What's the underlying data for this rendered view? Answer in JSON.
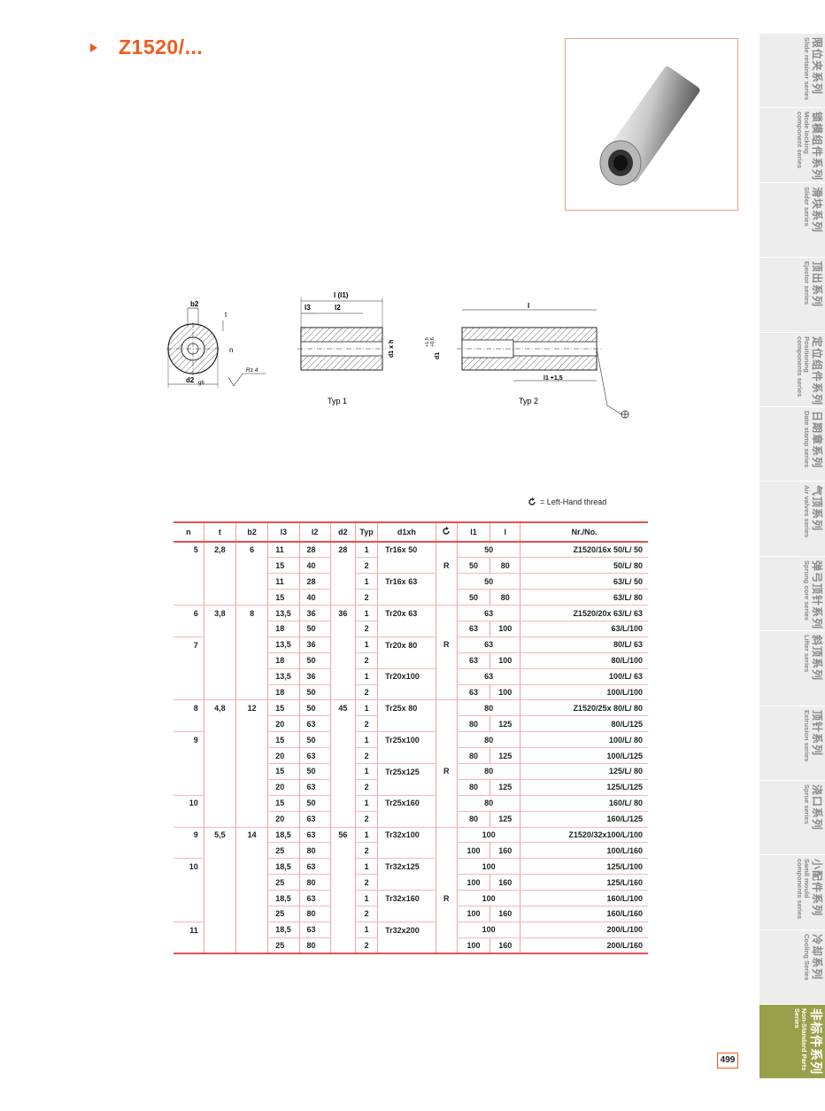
{
  "header": {
    "title": "Z1520/..."
  },
  "drawings": {
    "labels": {
      "b2": "b2",
      "t": "t",
      "n": "n",
      "d2g6": "d2",
      "g6": "g6",
      "rz": "Rz 4",
      "l_l1": "l (l1)",
      "l3": "l3",
      "l2": "l2",
      "d1xh": "d1 x h",
      "typ1": "Typ 1",
      "l": "l",
      "d1tol": "d1",
      "tol1": "+1,5",
      "tol2": "+0,6",
      "l1tol": "l1 +1,5",
      "typ2": "Typ 2"
    }
  },
  "legend": {
    "text": "= Left-Hand thread",
    "icon": "left-hand-thread-icon"
  },
  "table": {
    "headers": [
      "n",
      "t",
      "b2",
      "l3",
      "l2",
      "d2",
      "Typ",
      "d1xh",
      "",
      "l1",
      "l",
      "Nr./No."
    ],
    "rows": [
      [
        "5",
        "2,8",
        "6",
        "11",
        "28",
        "28",
        "1",
        "Tr16x 50",
        "",
        "50",
        "",
        "Z1520/16x 50/L/ 50"
      ],
      [
        "",
        "",
        "",
        "15",
        "40",
        "",
        "2",
        "",
        "R",
        "50",
        "80",
        "50/L/ 80"
      ],
      [
        "",
        "",
        "",
        "11",
        "28",
        "",
        "1",
        "Tr16x 63",
        "",
        "50",
        "",
        "63/L/ 50"
      ],
      [
        "",
        "",
        "",
        "15",
        "40",
        "",
        "2",
        "",
        "",
        "50",
        "80",
        "63/L/ 80"
      ],
      [
        "6",
        "3,8",
        "8",
        "13,5",
        "36",
        "36",
        "1",
        "Tr20x 63",
        "",
        "63",
        "",
        "Z1520/20x 63/L/ 63"
      ],
      [
        "",
        "",
        "",
        "18",
        "50",
        "",
        "2",
        "",
        "",
        "63",
        "100",
        "63/L/100"
      ],
      [
        "7",
        "",
        "",
        "13,5",
        "36",
        "",
        "1",
        "Tr20x 80",
        "R",
        "63",
        "",
        "80/L/ 63"
      ],
      [
        "",
        "",
        "",
        "18",
        "50",
        "",
        "2",
        "",
        "",
        "63",
        "100",
        "80/L/100"
      ],
      [
        "",
        "",
        "",
        "13,5",
        "36",
        "",
        "1",
        "Tr20x100",
        "",
        "63",
        "",
        "100/L/ 63"
      ],
      [
        "",
        "",
        "",
        "18",
        "50",
        "",
        "2",
        "",
        "",
        "63",
        "100",
        "100/L/100"
      ],
      [
        "8",
        "4,8",
        "12",
        "15",
        "50",
        "45",
        "1",
        "Tr25x 80",
        "",
        "80",
        "",
        "Z1520/25x 80/L/ 80"
      ],
      [
        "",
        "",
        "",
        "20",
        "63",
        "",
        "2",
        "",
        "",
        "80",
        "125",
        "80/L/125"
      ],
      [
        "9",
        "",
        "",
        "15",
        "50",
        "",
        "1",
        "Tr25x100",
        "",
        "80",
        "",
        "100/L/ 80"
      ],
      [
        "",
        "",
        "",
        "20",
        "63",
        "",
        "2",
        "",
        "",
        "80",
        "125",
        "100/L/125"
      ],
      [
        "",
        "",
        "",
        "15",
        "50",
        "",
        "1",
        "Tr25x125",
        "R",
        "80",
        "",
        "125/L/ 80"
      ],
      [
        "",
        "",
        "",
        "20",
        "63",
        "",
        "2",
        "",
        "",
        "80",
        "125",
        "125/L/125"
      ],
      [
        "10",
        "",
        "",
        "15",
        "50",
        "",
        "1",
        "Tr25x160",
        "",
        "80",
        "",
        "160/L/ 80"
      ],
      [
        "",
        "",
        "",
        "20",
        "63",
        "",
        "2",
        "",
        "",
        "80",
        "125",
        "160/L/125"
      ],
      [
        "9",
        "5,5",
        "14",
        "18,5",
        "63",
        "56",
        "1",
        "Tr32x100",
        "",
        "100",
        "",
        "Z1520/32x100/L/100"
      ],
      [
        "",
        "",
        "",
        "25",
        "80",
        "",
        "2",
        "",
        "",
        "100",
        "160",
        "100/L/160"
      ],
      [
        "10",
        "",
        "",
        "18,5",
        "63",
        "",
        "1",
        "Tr32x125",
        "",
        "100",
        "",
        "125/L/100"
      ],
      [
        "",
        "",
        "",
        "25",
        "80",
        "",
        "2",
        "",
        "",
        "100",
        "160",
        "125/L/160"
      ],
      [
        "",
        "",
        "",
        "18,5",
        "63",
        "",
        "1",
        "Tr32x160",
        "R",
        "100",
        "",
        "160/L/100"
      ],
      [
        "",
        "",
        "",
        "25",
        "80",
        "",
        "2",
        "",
        "",
        "100",
        "160",
        "160/L/160"
      ],
      [
        "11",
        "",
        "",
        "18,5",
        "63",
        "",
        "1",
        "Tr32x200",
        "",
        "100",
        "",
        "200/L/100"
      ],
      [
        "",
        "",
        "",
        "25",
        "80",
        "",
        "2",
        "",
        "",
        "100",
        "160",
        "200/L/160"
      ]
    ]
  },
  "sidebar": {
    "tabs": [
      {
        "cn": "限位夹系列",
        "en": "Slide retainer series"
      },
      {
        "cn": "锁模组件系列",
        "en": "Mode locking component series"
      },
      {
        "cn": "滑块系列",
        "en": "Slider series"
      },
      {
        "cn": "顶出系列",
        "en": "Ejector series"
      },
      {
        "cn": "定位组件系列",
        "en": "Positioning components series"
      },
      {
        "cn": "日期章系列",
        "en": "Date stamp series"
      },
      {
        "cn": "气顶系列",
        "en": "Air valves series"
      },
      {
        "cn": "弹弓顶针系列",
        "en": "Sprung core series"
      },
      {
        "cn": "斜顶系列",
        "en": "Lifter series"
      },
      {
        "cn": "顶针系列",
        "en": "Extrusion series"
      },
      {
        "cn": "浇口系列",
        "en": "Sprue series"
      },
      {
        "cn": "小配件系列",
        "en": "Samll mould components series"
      },
      {
        "cn": "冷却系列",
        "en": "Cooling Series"
      },
      {
        "cn": "非标件系列",
        "en": "Non-Standard Parts Series"
      }
    ],
    "active_index": 13,
    "active_color": "#99a04a"
  },
  "page_number": "499",
  "colors": {
    "accent": "#f05a1e",
    "table_rule": "#e85050"
  }
}
